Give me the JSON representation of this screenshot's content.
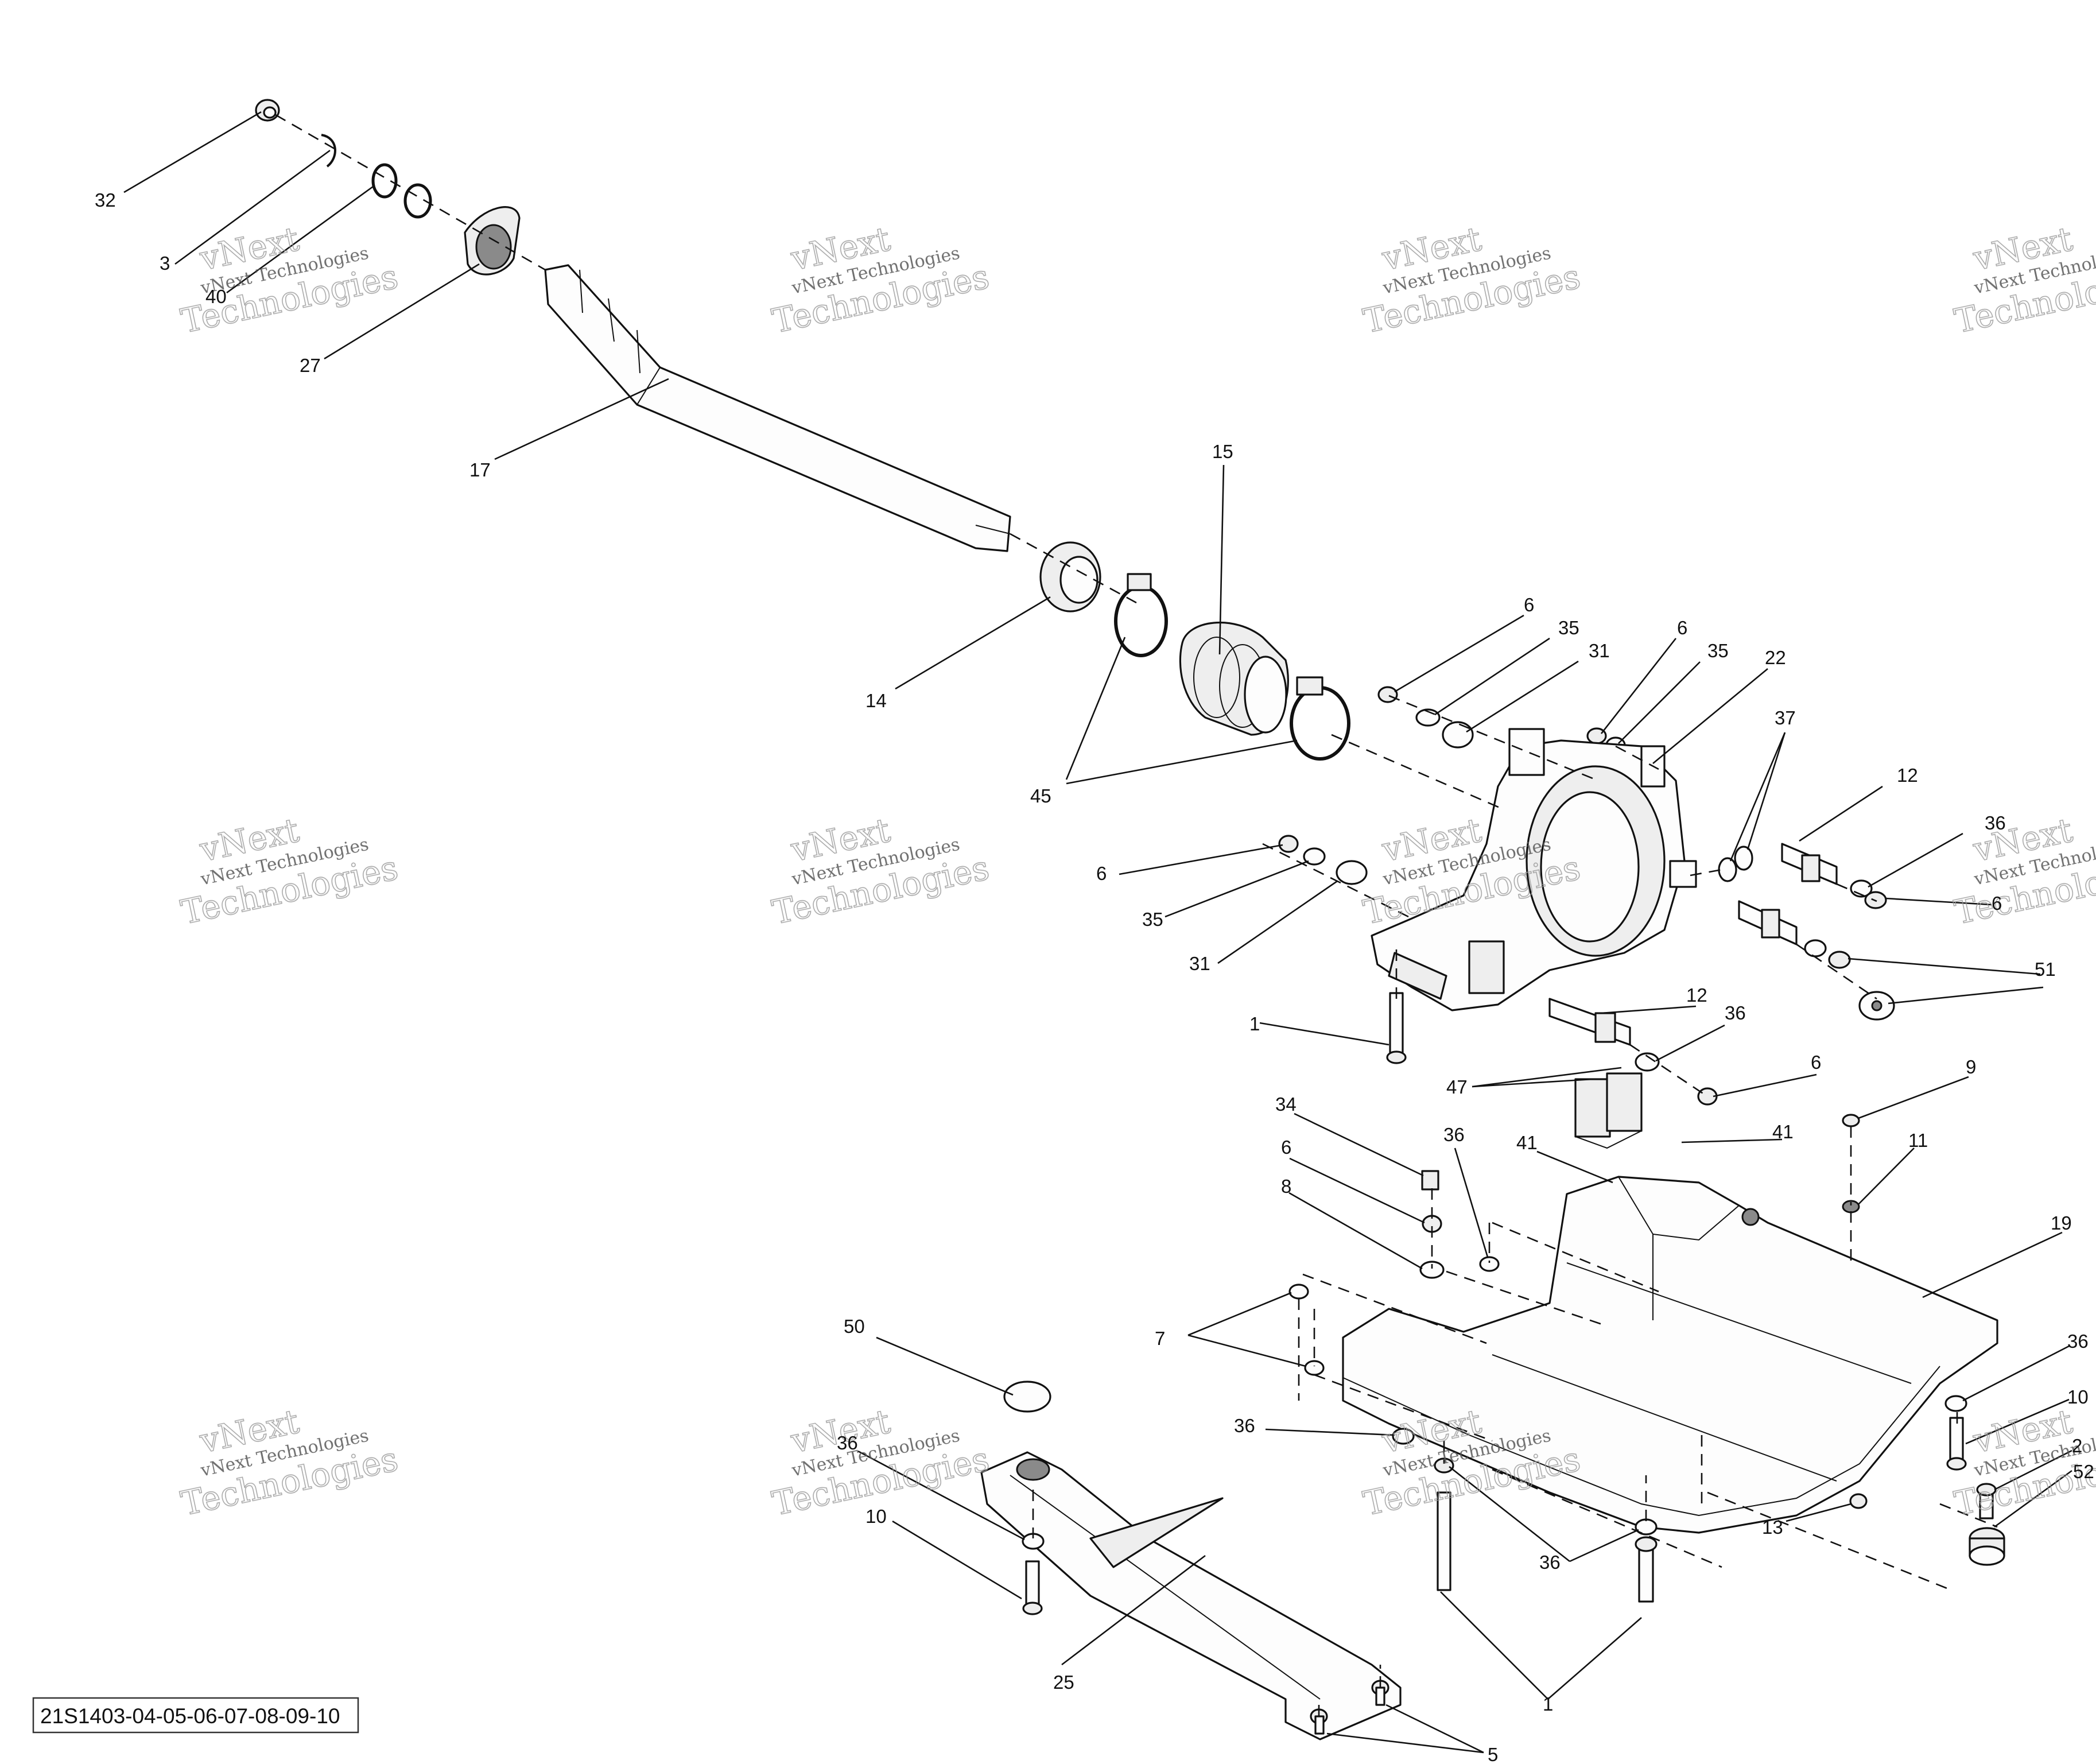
{
  "diagram": {
    "reference_code": "21S1403-04-05-06-07-08-09-10",
    "watermark": {
      "line1": "vNext Technologies",
      "line2": "Technologies",
      "line3": "vNext"
    },
    "callouts": [
      {
        "id": "c32",
        "label": "32"
      },
      {
        "id": "c3",
        "label": "3"
      },
      {
        "id": "c40",
        "label": "40"
      },
      {
        "id": "c27",
        "label": "27"
      },
      {
        "id": "c17",
        "label": "17"
      },
      {
        "id": "c15",
        "label": "15"
      },
      {
        "id": "c14",
        "label": "14"
      },
      {
        "id": "c45",
        "label": "45"
      },
      {
        "id": "c6a",
        "label": "6"
      },
      {
        "id": "c35a",
        "label": "35"
      },
      {
        "id": "c31a",
        "label": "31"
      },
      {
        "id": "c6b",
        "label": "6"
      },
      {
        "id": "c35b",
        "label": "35"
      },
      {
        "id": "c22",
        "label": "22"
      },
      {
        "id": "c37",
        "label": "37"
      },
      {
        "id": "c12a",
        "label": "12"
      },
      {
        "id": "c36a",
        "label": "36"
      },
      {
        "id": "c6c",
        "label": "6"
      },
      {
        "id": "c6d",
        "label": "6"
      },
      {
        "id": "c35c",
        "label": "35"
      },
      {
        "id": "c31b",
        "label": "31"
      },
      {
        "id": "c51",
        "label": "51"
      },
      {
        "id": "c12b",
        "label": "12"
      },
      {
        "id": "c1a",
        "label": "1"
      },
      {
        "id": "c36b",
        "label": "36"
      },
      {
        "id": "c6e",
        "label": "6"
      },
      {
        "id": "c47",
        "label": "47"
      },
      {
        "id": "c9",
        "label": "9"
      },
      {
        "id": "c34",
        "label": "34"
      },
      {
        "id": "c36c",
        "label": "36"
      },
      {
        "id": "c41a",
        "label": "41"
      },
      {
        "id": "c41b",
        "label": "41"
      },
      {
        "id": "c6f",
        "label": "6"
      },
      {
        "id": "c11",
        "label": "11"
      },
      {
        "id": "c8",
        "label": "8"
      },
      {
        "id": "c19",
        "label": "19"
      },
      {
        "id": "c7",
        "label": "7"
      },
      {
        "id": "c50",
        "label": "50"
      },
      {
        "id": "c36d",
        "label": "36"
      },
      {
        "id": "c36e",
        "label": "36"
      },
      {
        "id": "c10a",
        "label": "10"
      },
      {
        "id": "c36f",
        "label": "36"
      },
      {
        "id": "c10b",
        "label": "10"
      },
      {
        "id": "c2",
        "label": "2"
      },
      {
        "id": "c52",
        "label": "52"
      },
      {
        "id": "c13",
        "label": "13"
      },
      {
        "id": "c36g",
        "label": "36"
      },
      {
        "id": "c25",
        "label": "25"
      },
      {
        "id": "c1b",
        "label": "1"
      },
      {
        "id": "c5",
        "label": "5"
      }
    ]
  }
}
